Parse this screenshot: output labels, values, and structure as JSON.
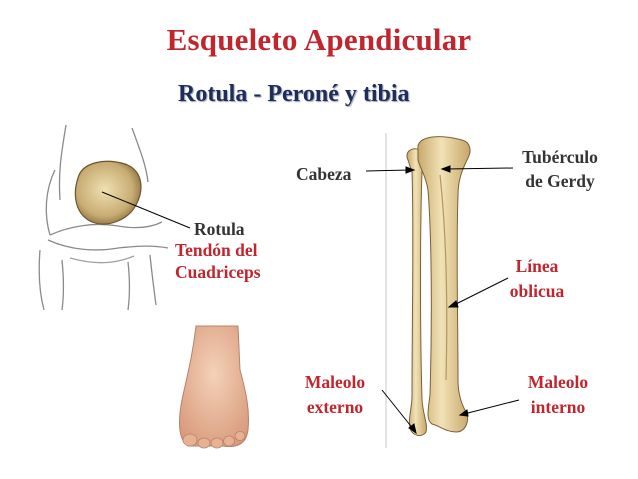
{
  "slide": {
    "title": "Esqueleto Apendicular",
    "subtitle": "Rotula - Peroné y tibia"
  },
  "labels": {
    "rotula": "Rotula",
    "tendon_line1": "Tendón del",
    "tendon_line2": "Cuadriceps",
    "cabeza": "Cabeza",
    "tuberculo_line1": "Tubérculo",
    "tuberculo_line2": "de Gerdy",
    "linea_line1": "Línea",
    "linea_line2": "oblicua",
    "maleolo_ext_line1": "Maleolo",
    "maleolo_ext_line2": "externo",
    "maleolo_int_line1": "Maleolo",
    "maleolo_int_line2": "interno"
  },
  "colors": {
    "title": "#c0262d",
    "subtitle": "#1f2d5a",
    "label_dark": "#333333",
    "label_red": "#c0262d",
    "bone": "#e8d6a4",
    "skin": "#e9b99a"
  },
  "illustrations": [
    "knee-patella-illustration",
    "swollen-foot-illustration",
    "tibia-fibula-illustration"
  ]
}
